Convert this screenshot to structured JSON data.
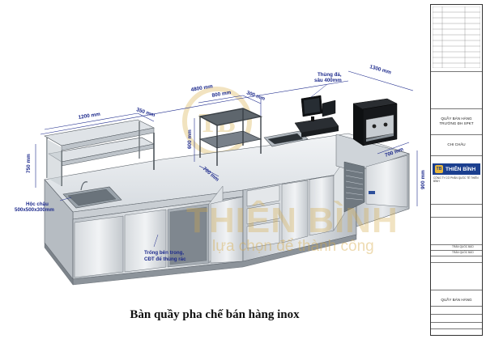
{
  "dimensions": {
    "width_1200": "1200 mm",
    "width_350": "350 mm",
    "total_4800": "4800 mm",
    "shelf_800": "800 mm",
    "shelf_300": "300 mm",
    "side_1300": "1300 mm",
    "height_750": "750 mm",
    "height_600": "600 mm",
    "depth_700": "700 mm",
    "end_700": "700 mm",
    "end_900": "900 mm"
  },
  "annotations": {
    "trash_bin": [
      "Thùng đá,",
      "sâu 400mm"
    ],
    "sink": [
      "Hộc chậu",
      "500x500x300mm"
    ],
    "open_bay": [
      "Trống bên trong,",
      "CĐT để thùng rác"
    ]
  },
  "watermark": {
    "brand": "THIÊN BÌNH",
    "slogan": "lựa chọn để thành công",
    "monogram": "TB"
  },
  "caption": "Bàn quầy pha chế bán hàng inox",
  "title_block": {
    "project_label": "QUẦY BÁN HÀNG",
    "project_sub": "TRƯỜNG ĐH SPKT",
    "location": "CHI CHÂU",
    "company_short": "THIÊN BÌNH",
    "company_full": "CÔNG TY CỔ PHẦN QUỐC TẾ THIÊN BÌNH",
    "sheet_title": "QUẦY BÁN HÀNG",
    "signature_1": "TRẦN QUỐC BẢO",
    "signature_2": "TRẦN QUỐC BẢO"
  },
  "colors": {
    "steel_light": "#e8ebee",
    "steel_mid": "#c7ccd1",
    "steel_dark": "#8d949b",
    "dimension_blue": "#1d2a8c",
    "brand_blue": "#1b3f8f",
    "brand_gold": "#e7b63c"
  }
}
